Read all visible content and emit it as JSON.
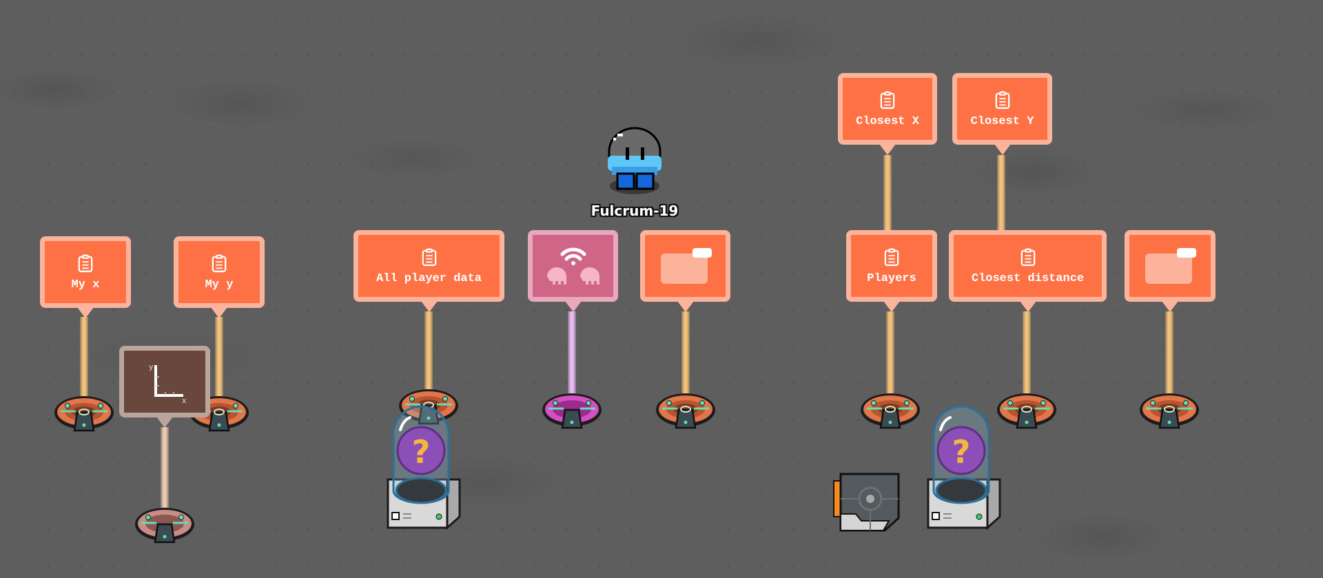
{
  "player": {
    "name": "Fulcrum-19"
  },
  "devices": {
    "my_x": {
      "label": "My x",
      "icon": "clipboard-icon"
    },
    "my_y": {
      "label": "My y",
      "icon": "clipboard-icon"
    },
    "graph": {
      "icon": "xy-axis-icon",
      "axis_x": "x",
      "axis_y": "y"
    },
    "all_player_data": {
      "label": "All player data",
      "icon": "clipboard-icon"
    },
    "wireless": {
      "icon": "wireless-players-icon"
    },
    "folder_1": {
      "icon": "folder-icon"
    },
    "closest_x": {
      "label": "Closest X",
      "icon": "clipboard-icon"
    },
    "closest_y": {
      "label": "Closest Y",
      "icon": "clipboard-icon"
    },
    "players": {
      "label": "Players",
      "icon": "clipboard-icon"
    },
    "closest_distance": {
      "label": "Closest distance",
      "icon": "clipboard-icon"
    },
    "folder_2": {
      "icon": "folder-icon"
    }
  },
  "colors": {
    "property_orange": "#fd7144",
    "wireless_pink": "#cf6688",
    "graph_brown": "#6a473d",
    "beam": "#f3c27a"
  }
}
